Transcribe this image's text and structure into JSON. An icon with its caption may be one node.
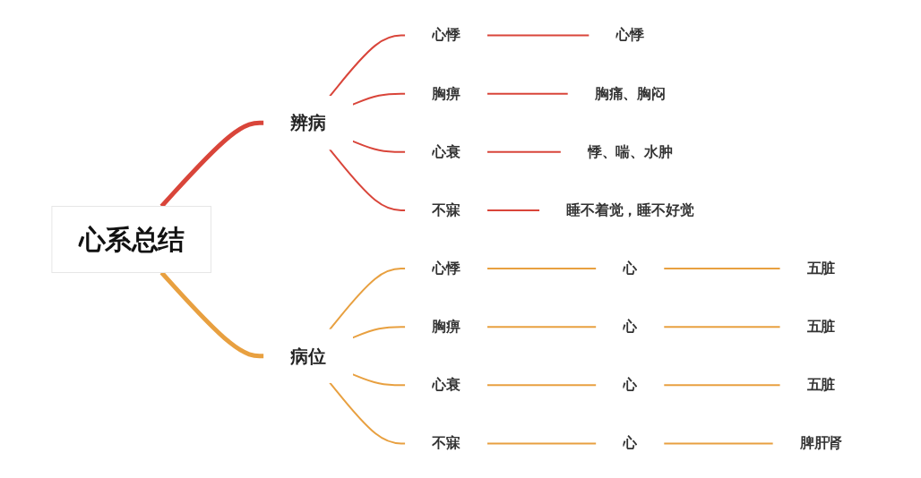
{
  "diagram": {
    "nodes": [
      {
        "text": [
          "心系总结"
        ]
      },
      {
        "text": [
          "辨病"
        ]
      },
      {
        "text": [
          "心悸"
        ]
      },
      {
        "text": [
          "心悸"
        ]
      },
      {
        "text": [
          "胸痹"
        ]
      },
      {
        "text": [
          "胸痛、胸闷"
        ]
      },
      {
        "text": [
          "心衰"
        ]
      },
      {
        "text": [
          "悸、喘、水肿"
        ]
      },
      {
        "text": [
          "不寐"
        ]
      },
      {
        "text": [
          "睡不着觉，睡不好觉"
        ]
      },
      {
        "text": [
          "病位"
        ]
      },
      {
        "text": [
          "心悸"
        ]
      },
      {
        "text": [
          "心"
        ]
      },
      {
        "text": [
          "五脏"
        ]
      },
      {
        "text": [
          "胸痹"
        ]
      },
      {
        "text": [
          "心"
        ]
      },
      {
        "text": [
          "五脏"
        ]
      },
      {
        "text": [
          "心衰"
        ]
      },
      {
        "text": [
          "心"
        ]
      },
      {
        "text": [
          "五脏"
        ]
      },
      {
        "text": [
          "不寐"
        ]
      },
      {
        "text": [
          "心"
        ]
      },
      {
        "text": [
          "脾肝肾"
        ]
      }
    ],
    "edges": [
      {
        "from": 0,
        "to": 1,
        "arrow": "none",
        "style": "thick",
        "color": "#d9453a"
      },
      {
        "from": 1,
        "to": 2,
        "arrow": "none",
        "color": "#d9453a"
      },
      {
        "from": 2,
        "to": 3,
        "arrow": "none",
        "color": "#d9453a"
      },
      {
        "from": 1,
        "to": 4,
        "arrow": "none",
        "color": "#d9453a"
      },
      {
        "from": 4,
        "to": 5,
        "arrow": "none",
        "color": "#d9453a"
      },
      {
        "from": 1,
        "to": 6,
        "arrow": "none",
        "color": "#d9453a"
      },
      {
        "from": 6,
        "to": 7,
        "arrow": "none",
        "color": "#d9453a"
      },
      {
        "from": 1,
        "to": 8,
        "arrow": "none",
        "color": "#d9453a"
      },
      {
        "from": 8,
        "to": 9,
        "arrow": "none",
        "color": "#d9453a"
      },
      {
        "from": 0,
        "to": 10,
        "arrow": "none",
        "style": "thick"
      },
      {
        "from": 10,
        "to": 11,
        "arrow": "none"
      },
      {
        "from": 11,
        "to": 12,
        "arrow": "none"
      },
      {
        "from": 12,
        "to": 13,
        "arrow": "none"
      },
      {
        "from": 10,
        "to": 14,
        "arrow": "none"
      },
      {
        "from": 14,
        "to": 15,
        "arrow": "none"
      },
      {
        "from": 15,
        "to": 16,
        "arrow": "none"
      },
      {
        "from": 10,
        "to": 17,
        "arrow": "none"
      },
      {
        "from": 17,
        "to": 18,
        "arrow": "none"
      },
      {
        "from": 18,
        "to": 19,
        "arrow": "none"
      },
      {
        "from": 10,
        "to": 20,
        "arrow": "none"
      },
      {
        "from": 20,
        "to": 21,
        "arrow": "none"
      },
      {
        "from": 21,
        "to": 22,
        "arrow": "none"
      }
    ]
  }
}
